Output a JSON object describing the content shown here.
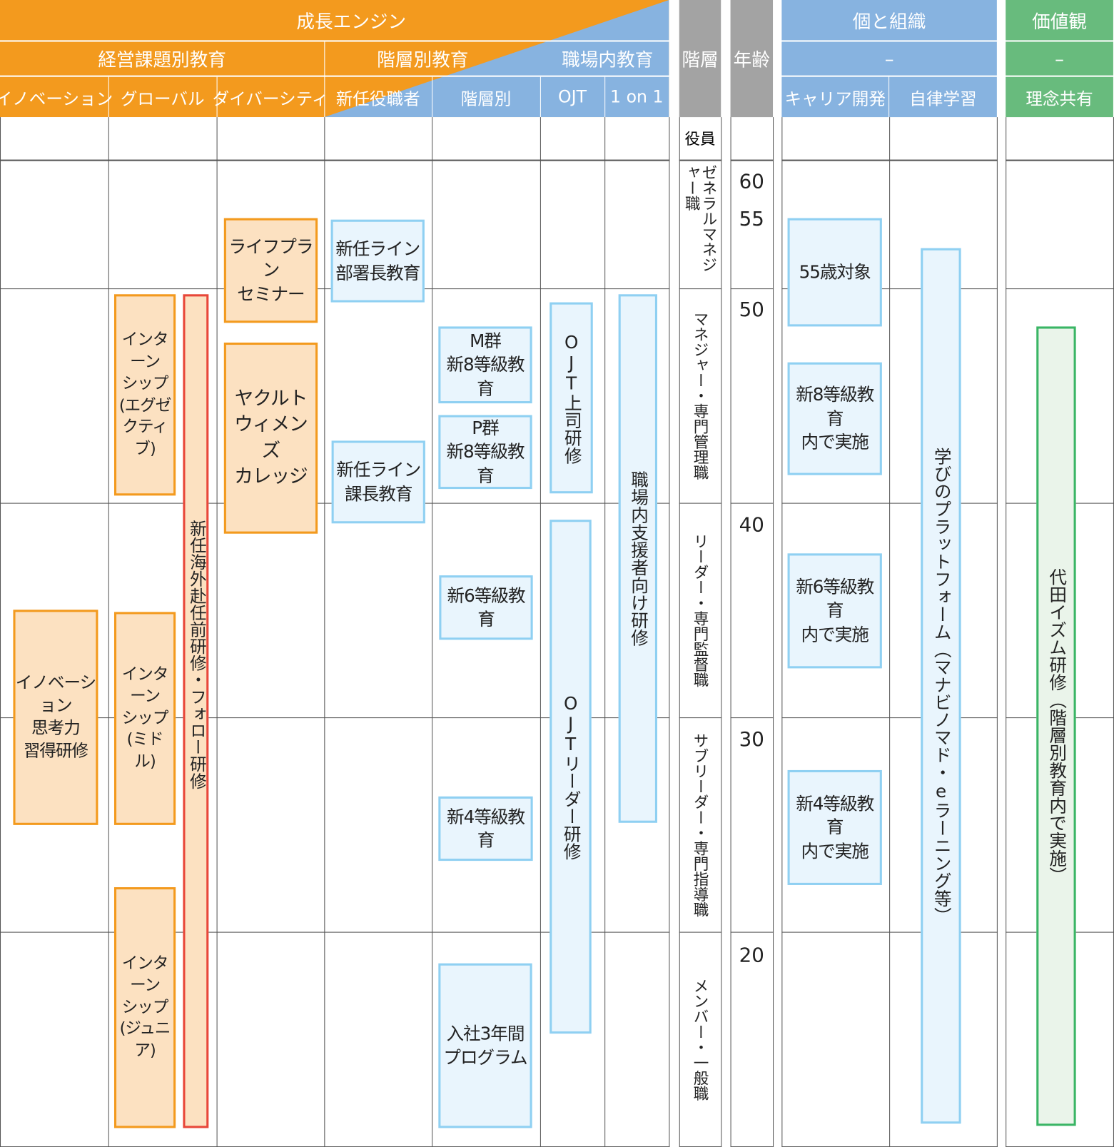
{
  "header": {
    "growth_engine": "成長エンジン",
    "management_issues": "経営課題別教育",
    "tiered_education": "階層別教育",
    "workplace_education": "職場内教育",
    "rank": "階層",
    "age": "年齢",
    "individual_org": "個と組織",
    "individual_org_sub": "–",
    "values": "価値観",
    "values_sub": "–",
    "columns": [
      "イノベーション",
      "グローバル",
      "ダイバーシティ",
      "新任役職者",
      "階層別",
      "OJT",
      "1 on 1",
      "キャリア開発",
      "自律学習",
      "理念共有"
    ]
  },
  "ranks": [
    "役員",
    "ゼネラルマネジャー職",
    "マネジャー・専門管理職",
    "リーダー・専門監督職",
    "サブリーダー・専門指導職",
    "メンバー・一般職"
  ],
  "ages": [
    "60",
    "55",
    "50",
    "40",
    "30",
    "20"
  ],
  "programs": {
    "innovation": "イノベーション\n思考力\n習得研修",
    "intern_exec": "インターン\nシップ\n(エグゼ\nクティブ)",
    "intern_middle": "インターン\nシップ\n(ミドル)",
    "intern_junior": "インターン\nシップ\n(ジュニア)",
    "overseas": "新任海外赴任前研修・フォロー研修",
    "lifeplan": "ライフプラン\nセミナー",
    "womens_college": "ヤクルト\nウィメンズ\nカレッジ",
    "new_dept_head": "新任ライン\n部署長教育",
    "new_section_chief": "新任ライン\n課長教育",
    "m_group": "M群\n新8等級教育",
    "p_group": "P群\n新8等級教育",
    "grade6": "新6等級教育",
    "grade4": "新4等級教育",
    "first3years": "入社3年間\nプログラム",
    "ojt_boss": "OJT上司研修",
    "ojt_leader": "OJTリーダー研修",
    "workplace_support": "職場内支援者向け研修",
    "age55": "55歳対象",
    "career8": "新8等級教育\n内で実施",
    "career6": "新6等級教育\n内で実施",
    "career4": "新4等級教育\n内で実施",
    "learning_platform": "学びのプラットフォーム（マナビノマド・eラーニング等）",
    "shirota_ism": "代田イズム研修（階層別教育内で実施）"
  },
  "colors": {
    "orange": "#f39a1e",
    "blue": "#87b3e0",
    "gray": "#a3a3a3",
    "green": "#68bb7d"
  }
}
